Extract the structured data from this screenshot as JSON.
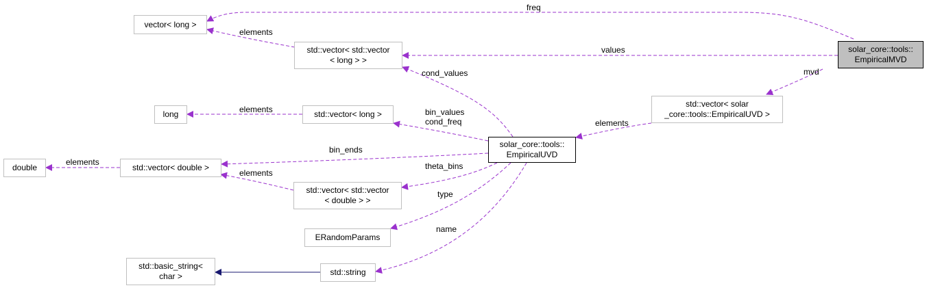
{
  "nodes": {
    "vector_long_gt": "vector< long >",
    "vector_vector_long_1": "std::vector< std::vector",
    "vector_vector_long_2": "< long > >",
    "empirical_mvd_1": "solar_core::tools::",
    "empirical_mvd_2": "EmpiricalMVD",
    "vector_uvd_1": "std::vector< solar",
    "vector_uvd_2": "_core::tools::EmpiricalUVD >",
    "long": "long",
    "std_vector_long": "std::vector< long >",
    "empirical_uvd_1": "solar_core::tools::",
    "empirical_uvd_2": "EmpiricalUVD",
    "double": "double",
    "std_vector_double": "std::vector< double >",
    "vector_vector_double_1": "std::vector< std::vector",
    "vector_vector_double_2": "< double > >",
    "erandom_params": "ERandomParams",
    "basic_string_1": "std::basic_string<",
    "basic_string_2": "char >",
    "std_string": "std::string"
  },
  "edges": {
    "freq": "freq",
    "values": "values",
    "elements_vv_long": "elements",
    "mvd": "mvd",
    "cond_values": "cond_values",
    "elements_long": "elements",
    "bin_values": "bin_values",
    "cond_freq": "cond_freq",
    "elements_uvd": "elements",
    "bin_ends": "bin_ends",
    "elements_double": "elements",
    "elements_vv_double": "elements",
    "theta_bins": "theta_bins",
    "type": "type",
    "name": "name"
  },
  "colors": {
    "member_edge": "#9a32cd",
    "inherit_edge": "#191970",
    "node_border": "#bfbfbf",
    "focus_fill": "#bfbfbf"
  }
}
